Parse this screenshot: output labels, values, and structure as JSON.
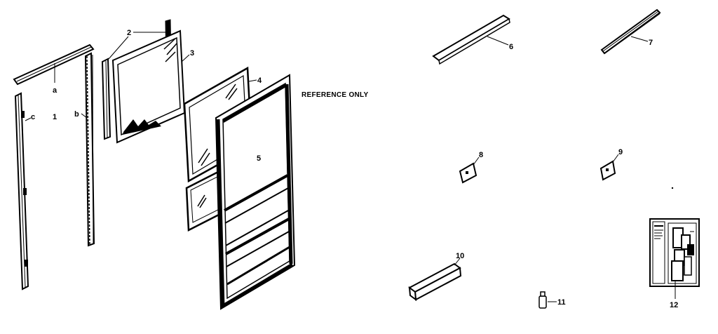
{
  "note": "REFERENCE ONLY",
  "labels": {
    "a": "a",
    "b": "b",
    "c": "c",
    "n1": "1",
    "n2": "2",
    "n3": "3",
    "n4": "4",
    "n5": "5",
    "n6": "6",
    "n7": "7",
    "n8": "8",
    "n9": "9",
    "n10": "10",
    "n11": "11",
    "n12": "12"
  },
  "colors": {
    "ink": "#000000",
    "paper": "#ffffff"
  }
}
